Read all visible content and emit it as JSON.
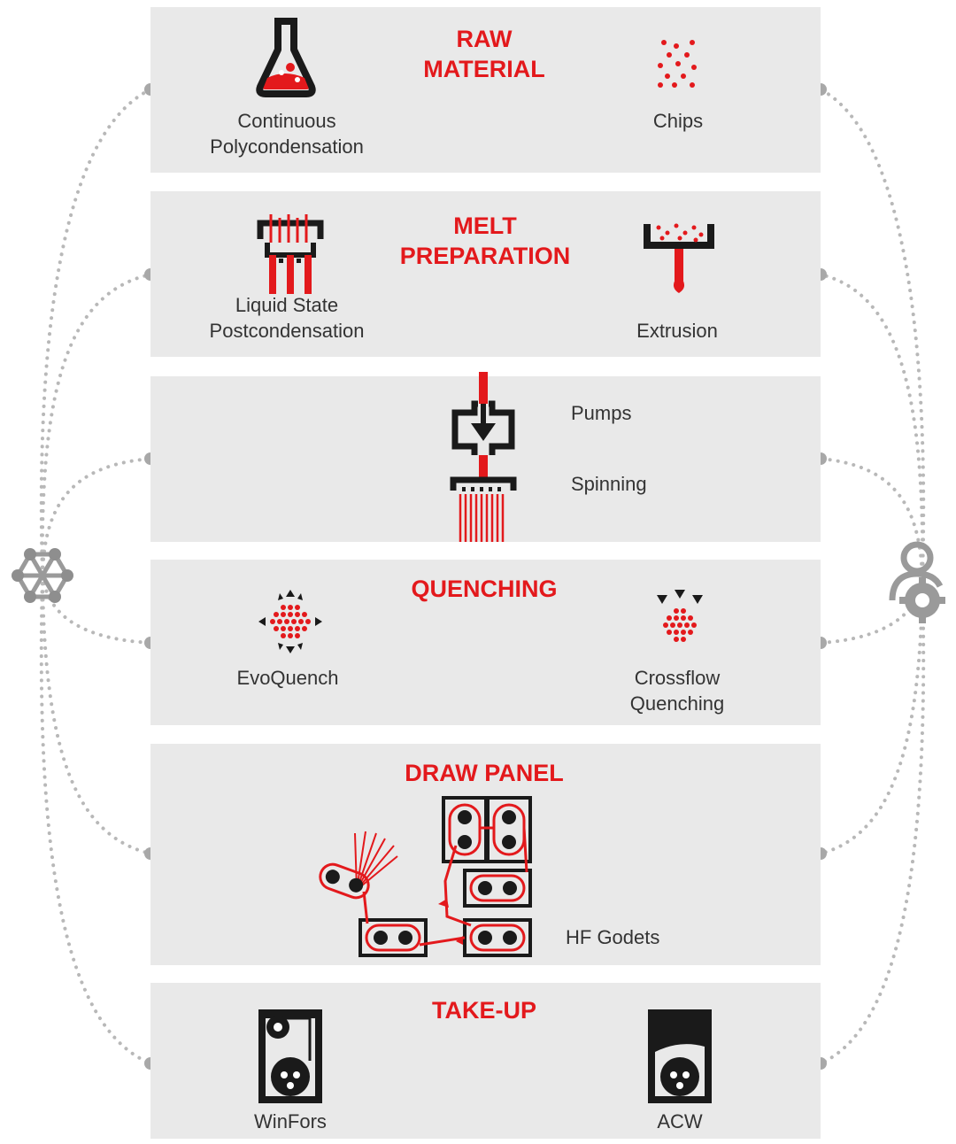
{
  "colors": {
    "accent_red": "#e3191c",
    "panel_grey": "#e9e9e9",
    "icon_dark": "#1a1a1a",
    "connector_grey": "#b5b5b5",
    "label_text": "#333333"
  },
  "left_hub": {
    "icon": "network-hub-icon"
  },
  "right_hub": {
    "icon": "user-gear-icon"
  },
  "sections": [
    {
      "title": "RAW\nMATERIAL",
      "items": [
        {
          "label": "Continuous\nPolycondensation",
          "icon": "flask-icon"
        },
        {
          "label": "Chips",
          "icon": "chips-icon"
        }
      ]
    },
    {
      "title": "MELT\nPREPARATION",
      "items": [
        {
          "label": "Liquid State\nPostcondensation",
          "icon": "postcondensation-reactor-icon"
        },
        {
          "label": "Extrusion",
          "icon": "extruder-icon"
        }
      ]
    },
    {
      "title": "",
      "items": [
        {
          "label": "Pumps",
          "icon": "pump-icon"
        },
        {
          "label": "Spinning",
          "icon": "spinneret-icon"
        }
      ]
    },
    {
      "title": "QUENCHING",
      "items": [
        {
          "label": "EvoQuench",
          "icon": "evoquench-icon"
        },
        {
          "label": "Crossflow\nQuenching",
          "icon": "crossflow-quench-icon"
        }
      ]
    },
    {
      "title": "DRAW PANEL",
      "items": [
        {
          "label": "HF Godets",
          "icon": "godets-icon"
        }
      ]
    },
    {
      "title": "TAKE-UP",
      "items": [
        {
          "label": "WinFors",
          "icon": "winder-icon"
        },
        {
          "label": "ACW",
          "icon": "acw-winder-icon"
        }
      ]
    }
  ]
}
